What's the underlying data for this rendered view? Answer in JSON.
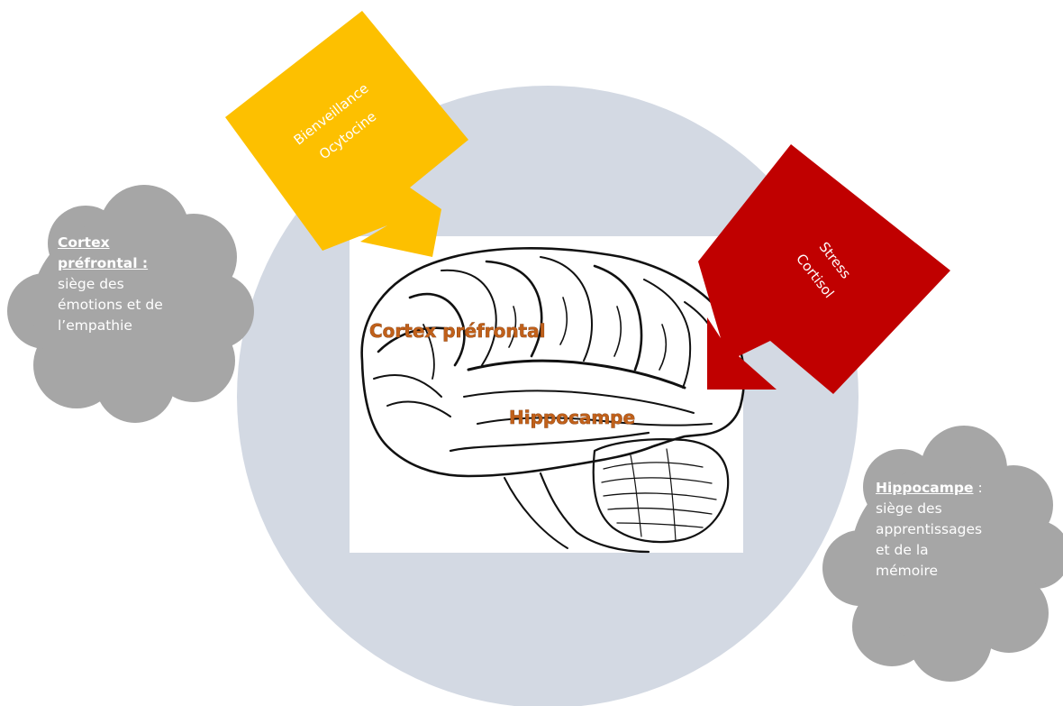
{
  "colors": {
    "circle": "#d3d9e3",
    "cloud": "#a6a6a6",
    "kindness_arrow": "#fdc000",
    "stress_arrow": "#c00000",
    "region_label": "#c0601a"
  },
  "left_cloud": {
    "title": "Cortex préfrontal :",
    "title_line1": "Cortex",
    "title_line2": "préfrontal :",
    "body_lines": [
      "siège des",
      "émotions et de",
      "l’empathie"
    ]
  },
  "right_cloud": {
    "title": "Hippocampe",
    "title_suffix": " :",
    "body_lines": [
      "siège des",
      "apprentissages",
      "et de la",
      "mémoire"
    ]
  },
  "kindness_arrow": {
    "line1": "Bienveillance",
    "line2": "Ocytocine"
  },
  "stress_arrow": {
    "line1": "Stress",
    "line2": "Cortisol"
  },
  "brain_labels": {
    "cortex": "Cortex préfrontal",
    "hippocampus": "Hippocampe"
  }
}
